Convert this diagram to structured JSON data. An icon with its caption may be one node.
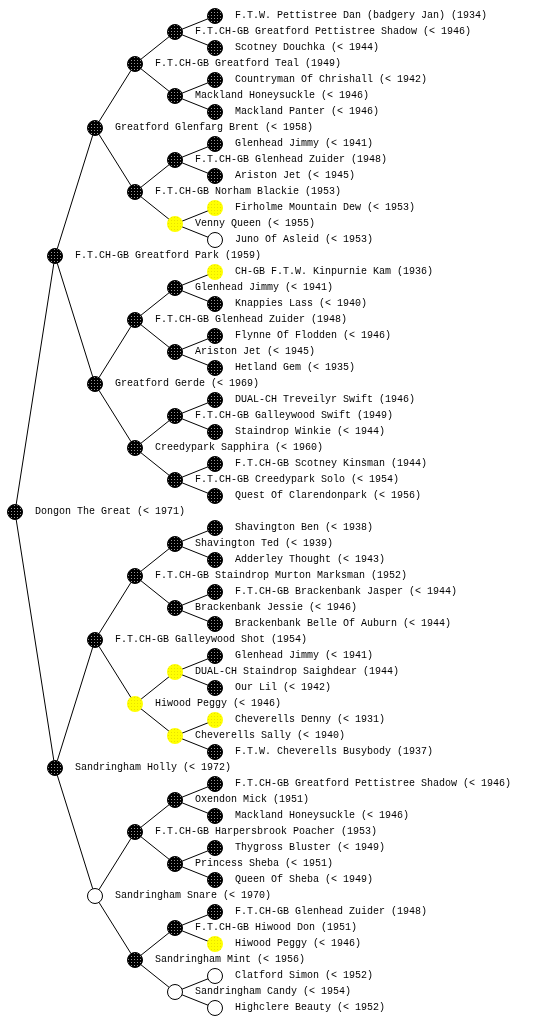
{
  "diagram": {
    "nodes": [
      {
        "text": [
          "F.T.W. Pettistree Dan (badgery Jan) (1934)"
        ]
      },
      {
        "text": [
          "F.T.CH-GB Greatford Pettistree Shadow (< 1946)"
        ]
      },
      {
        "text": [
          "Scotney Douchka (< 1944)"
        ]
      },
      {
        "text": [
          "F.T.CH-GB Greatford Teal (1949)"
        ]
      },
      {
        "text": [
          "Countryman Of Chrishall (< 1942)"
        ]
      },
      {
        "text": [
          "Mackland Honeysuckle (< 1946)"
        ]
      },
      {
        "text": [
          "Mackland Panter (< 1946)"
        ]
      },
      {
        "text": [
          "Greatford Glenfarg Brent (< 1958)"
        ]
      },
      {
        "text": [
          "Glenhead Jimmy (< 1941)"
        ]
      },
      {
        "text": [
          "F.T.CH-GB Glenhead Zuider (1948)"
        ]
      },
      {
        "text": [
          "Ariston Jet (< 1945)"
        ]
      },
      {
        "text": [
          "F.T.CH-GB Norham Blackie (1953)"
        ]
      },
      {
        "text": [
          "Firholme Mountain Dew (< 1953)"
        ]
      },
      {
        "text": [
          "Venny Queen (< 1955)"
        ]
      },
      {
        "text": [
          "Juno Of Asleid (< 1953)"
        ]
      },
      {
        "text": [
          "F.T.CH-GB Greatford Park (1959)"
        ]
      },
      {
        "text": [
          "CH-GB F.T.W. Kinpurnie Kam (1936)"
        ]
      },
      {
        "text": [
          "Glenhead Jimmy (< 1941)"
        ]
      },
      {
        "text": [
          "Knappies Lass (< 1940)"
        ]
      },
      {
        "text": [
          "F.T.CH-GB Glenhead Zuider (1948)"
        ]
      },
      {
        "text": [
          "Flynne Of Flodden (< 1946)"
        ]
      },
      {
        "text": [
          "Ariston Jet (< 1945)"
        ]
      },
      {
        "text": [
          "Hetland Gem (< 1935)"
        ]
      },
      {
        "text": [
          "Greatford Gerde (< 1969)"
        ]
      },
      {
        "text": [
          "DUAL-CH Treveilyr Swift (1946)"
        ]
      },
      {
        "text": [
          "F.T.CH-GB Galleywood Swift (1949)"
        ]
      },
      {
        "text": [
          "Staindrop Winkie (< 1944)"
        ]
      },
      {
        "text": [
          "Creedypark Sapphira (< 1960)"
        ]
      },
      {
        "text": [
          "F.T.CH-GB Scotney Kinsman (1944)"
        ]
      },
      {
        "text": [
          "F.T.CH-GB Creedypark Solo (< 1954)"
        ]
      },
      {
        "text": [
          "Quest Of Clarendonpark (< 1956)"
        ]
      },
      {
        "text": [
          "Dongon The Great (< 1971)"
        ]
      },
      {
        "text": [
          "Shavington Ben (< 1938)"
        ]
      },
      {
        "text": [
          "Shavington Ted (< 1939)"
        ]
      },
      {
        "text": [
          "Adderley Thought (< 1943)"
        ]
      },
      {
        "text": [
          "F.T.CH-GB Staindrop Murton Marksman (1952)"
        ]
      },
      {
        "text": [
          "F.T.CH-GB Brackenbank Jasper (< 1944)"
        ]
      },
      {
        "text": [
          "Brackenbank Jessie (< 1946)"
        ]
      },
      {
        "text": [
          "Brackenbank Belle Of Auburn (< 1944)"
        ]
      },
      {
        "text": [
          "F.T.CH-GB Galleywood Shot (1954)"
        ]
      },
      {
        "text": [
          "Glenhead Jimmy (< 1941)"
        ]
      },
      {
        "text": [
          "DUAL-CH Staindrop Saighdear (1944)"
        ]
      },
      {
        "text": [
          "Our Lil (< 1942)"
        ]
      },
      {
        "text": [
          "Hiwood Peggy (< 1946)"
        ]
      },
      {
        "text": [
          "Cheverells Denny (< 1931)"
        ]
      },
      {
        "text": [
          "Cheverells Sally (< 1940)"
        ]
      },
      {
        "text": [
          "F.T.W. Cheverells Busybody (1937)"
        ]
      },
      {
        "text": [
          "Sandringham Holly (< 1972)"
        ]
      },
      {
        "text": [
          "F.T.CH-GB Greatford Pettistree Shadow (< 1946)"
        ]
      },
      {
        "text": [
          "Oxendon Mick (1951)"
        ]
      },
      {
        "text": [
          "Mackland Honeysuckle (< 1946)"
        ]
      },
      {
        "text": [
          "F.T.CH-GB Harpersbrook Poacher (1953)"
        ]
      },
      {
        "text": [
          "Thygross Bluster (< 1949)"
        ]
      },
      {
        "text": [
          "Princess Sheba (< 1951)"
        ]
      },
      {
        "text": [
          "Queen Of Sheba (< 1949)"
        ]
      },
      {
        "text": [
          "Sandringham Snare (< 1970)"
        ]
      },
      {
        "text": [
          "F.T.CH-GB Glenhead Zuider (1948)"
        ]
      },
      {
        "text": [
          "F.T.CH-GB Hiwood Don (1951)"
        ]
      },
      {
        "text": [
          "Hiwood Peggy (< 1946)"
        ]
      },
      {
        "text": [
          "Sandringham Mint (< 1956)"
        ]
      },
      {
        "text": [
          "Clatford Simon (< 1952)"
        ]
      },
      {
        "text": [
          "Sandringham Candy (< 1954)"
        ]
      },
      {
        "text": [
          "Highclere Beauty (< 1952)"
        ]
      }
    ],
    "edges": [
      {
        "from": 1,
        "to": 0,
        "arrow": "none"
      },
      {
        "from": 1,
        "to": 2,
        "arrow": "none"
      },
      {
        "from": 3,
        "to": 1,
        "arrow": "none"
      },
      {
        "from": 3,
        "to": 5,
        "arrow": "none"
      },
      {
        "from": 5,
        "to": 4,
        "arrow": "none"
      },
      {
        "from": 5,
        "to": 6,
        "arrow": "none"
      },
      {
        "from": 7,
        "to": 3,
        "arrow": "none"
      },
      {
        "from": 7,
        "to": 11,
        "arrow": "none"
      },
      {
        "from": 9,
        "to": 8,
        "arrow": "none"
      },
      {
        "from": 9,
        "to": 10,
        "arrow": "none"
      },
      {
        "from": 11,
        "to": 9,
        "arrow": "none"
      },
      {
        "from": 11,
        "to": 13,
        "arrow": "none"
      },
      {
        "from": 13,
        "to": 12,
        "arrow": "none"
      },
      {
        "from": 13,
        "to": 14,
        "arrow": "none"
      },
      {
        "from": 15,
        "to": 7,
        "arrow": "none"
      },
      {
        "from": 15,
        "to": 23,
        "arrow": "none"
      },
      {
        "from": 17,
        "to": 16,
        "arrow": "none"
      },
      {
        "from": 17,
        "to": 18,
        "arrow": "none"
      },
      {
        "from": 19,
        "to": 17,
        "arrow": "none"
      },
      {
        "from": 19,
        "to": 21,
        "arrow": "none"
      },
      {
        "from": 21,
        "to": 20,
        "arrow": "none"
      },
      {
        "from": 21,
        "to": 22,
        "arrow": "none"
      },
      {
        "from": 23,
        "to": 19,
        "arrow": "none"
      },
      {
        "from": 23,
        "to": 27,
        "arrow": "none"
      },
      {
        "from": 25,
        "to": 24,
        "arrow": "none"
      },
      {
        "from": 25,
        "to": 26,
        "arrow": "none"
      },
      {
        "from": 27,
        "to": 25,
        "arrow": "none"
      },
      {
        "from": 27,
        "to": 29,
        "arrow": "none"
      },
      {
        "from": 29,
        "to": 28,
        "arrow": "none"
      },
      {
        "from": 29,
        "to": 30,
        "arrow": "none"
      },
      {
        "from": 31,
        "to": 15,
        "arrow": "none"
      },
      {
        "from": 31,
        "to": 47,
        "arrow": "none"
      },
      {
        "from": 33,
        "to": 32,
        "arrow": "none"
      },
      {
        "from": 33,
        "to": 34,
        "arrow": "none"
      },
      {
        "from": 35,
        "to": 33,
        "arrow": "none"
      },
      {
        "from": 35,
        "to": 37,
        "arrow": "none"
      },
      {
        "from": 37,
        "to": 36,
        "arrow": "none"
      },
      {
        "from": 37,
        "to": 38,
        "arrow": "none"
      },
      {
        "from": 39,
        "to": 35,
        "arrow": "none"
      },
      {
        "from": 39,
        "to": 43,
        "arrow": "none"
      },
      {
        "from": 41,
        "to": 40,
        "arrow": "none"
      },
      {
        "from": 41,
        "to": 42,
        "arrow": "none"
      },
      {
        "from": 43,
        "to": 41,
        "arrow": "none"
      },
      {
        "from": 43,
        "to": 45,
        "arrow": "none"
      },
      {
        "from": 45,
        "to": 44,
        "arrow": "none"
      },
      {
        "from": 45,
        "to": 46,
        "arrow": "none"
      },
      {
        "from": 47,
        "to": 39,
        "arrow": "none"
      },
      {
        "from": 47,
        "to": 55,
        "arrow": "none"
      },
      {
        "from": 49,
        "to": 48,
        "arrow": "none"
      },
      {
        "from": 49,
        "to": 50,
        "arrow": "none"
      },
      {
        "from": 51,
        "to": 49,
        "arrow": "none"
      },
      {
        "from": 51,
        "to": 53,
        "arrow": "none"
      },
      {
        "from": 53,
        "to": 52,
        "arrow": "none"
      },
      {
        "from": 53,
        "to": 54,
        "arrow": "none"
      },
      {
        "from": 55,
        "to": 51,
        "arrow": "none"
      },
      {
        "from": 55,
        "to": 59,
        "arrow": "none"
      },
      {
        "from": 57,
        "to": 56,
        "arrow": "none"
      },
      {
        "from": 57,
        "to": 58,
        "arrow": "none"
      },
      {
        "from": 59,
        "to": 57,
        "arrow": "none"
      },
      {
        "from": 59,
        "to": 61,
        "arrow": "none"
      },
      {
        "from": 61,
        "to": 60,
        "arrow": "none"
      },
      {
        "from": 61,
        "to": 62,
        "arrow": "none"
      }
    ]
  }
}
